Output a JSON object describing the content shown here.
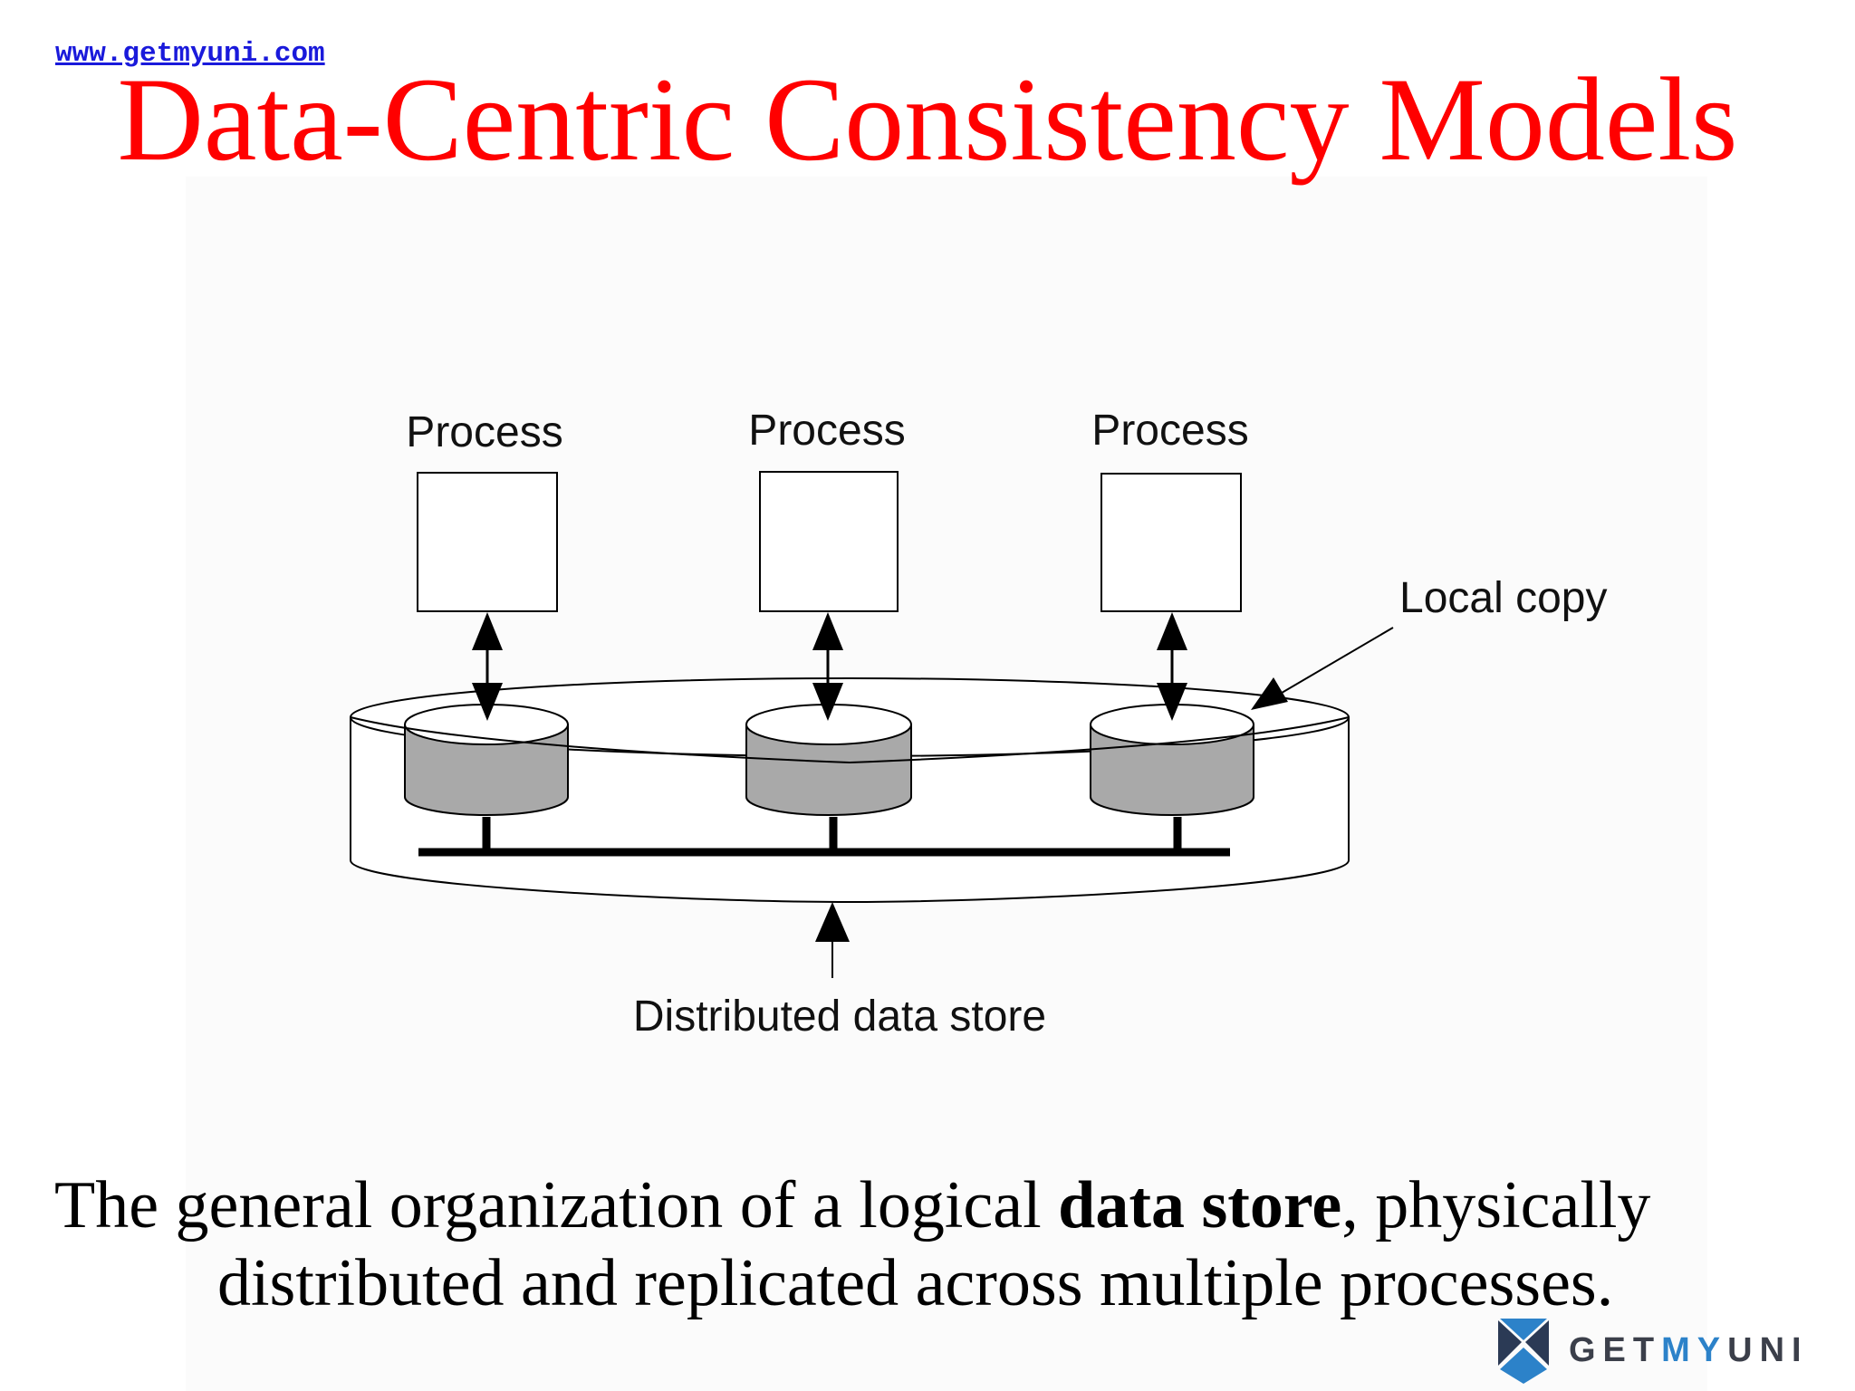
{
  "header": {
    "site_link": "www.getmyuni.com",
    "title": "Data-Centric Consistency Models"
  },
  "diagram": {
    "process_labels": [
      "Process",
      "Process",
      "Process"
    ],
    "local_copy_label": "Local copy",
    "data_store_label": "Distributed data store"
  },
  "caption": {
    "part1": "The general organization  of a logical ",
    "bold": "data store",
    "part2": ", physically",
    "line2": "distributed  and replicated  across  multiple  processes."
  },
  "logo": {
    "text_prefix": "GET",
    "text_accent": "MY",
    "text_suffix": "UNI",
    "colors": {
      "dark": "#2b3a55",
      "blue": "#2c82c9",
      "text": "#3b3f4a"
    }
  },
  "colors": {
    "title": "#ff0000",
    "link": "#1a1adb",
    "cylinder_fill": "#a9a9a9"
  }
}
